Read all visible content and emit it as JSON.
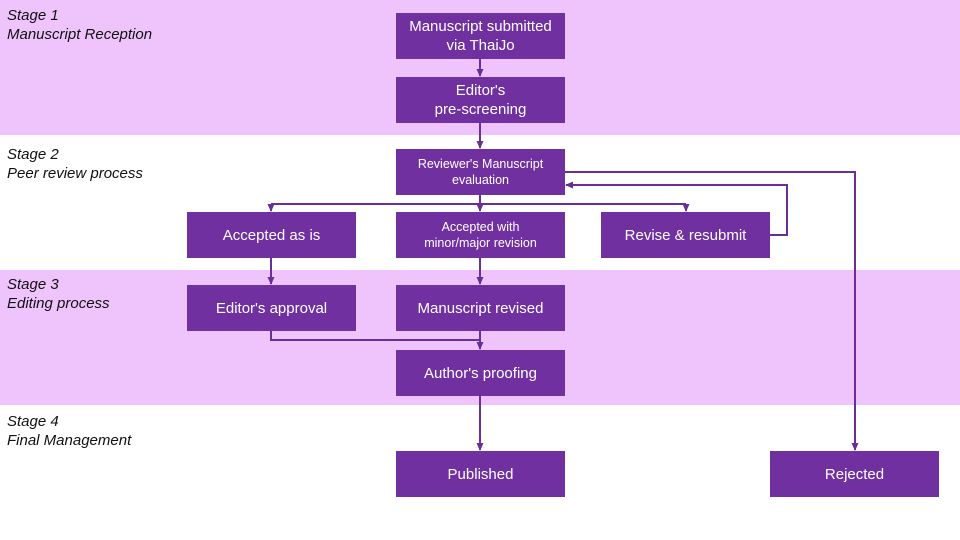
{
  "colors": {
    "stage_band": "#efc4fc",
    "node_fill": "#7030a0",
    "node_text": "#ffffff",
    "connector": "#6a2e98",
    "label_text": "#111111"
  },
  "stages": [
    {
      "id": "stage-1",
      "title": "Stage 1",
      "subtitle": "Manuscript Reception",
      "shaded": true
    },
    {
      "id": "stage-2",
      "title": "Stage 2",
      "subtitle": "Peer review process",
      "shaded": false
    },
    {
      "id": "stage-3",
      "title": "Stage 3",
      "subtitle": "Editing process",
      "shaded": true
    },
    {
      "id": "stage-4",
      "title": "Stage 4",
      "subtitle": "Final Management",
      "shaded": false
    }
  ],
  "nodes": {
    "submitted": {
      "label": "Manuscript submitted\nvia ThaiJo",
      "stage": "stage-1"
    },
    "prescreen": {
      "label": "Editor's\npre-screening",
      "stage": "stage-1"
    },
    "evaluation": {
      "label": "Reviewer's Manuscript\nevaluation",
      "stage": "stage-2"
    },
    "accepted": {
      "label": "Accepted as is",
      "stage": "stage-2"
    },
    "revision": {
      "label": "Accepted with\nminor/major revision",
      "stage": "stage-2"
    },
    "resubmit": {
      "label": "Revise & resubmit",
      "stage": "stage-2"
    },
    "approval": {
      "label": "Editor's approval",
      "stage": "stage-3"
    },
    "revised": {
      "label": "Manuscript revised",
      "stage": "stage-3"
    },
    "proofing": {
      "label": "Author's proofing",
      "stage": "stage-3"
    },
    "published": {
      "label": "Published",
      "stage": "stage-4"
    },
    "rejected": {
      "label": "Rejected",
      "stage": "stage-4"
    }
  },
  "edges": [
    {
      "from": "submitted",
      "to": "prescreen"
    },
    {
      "from": "prescreen",
      "to": "evaluation"
    },
    {
      "from": "evaluation",
      "to": "accepted"
    },
    {
      "from": "evaluation",
      "to": "revision"
    },
    {
      "from": "evaluation",
      "to": "resubmit"
    },
    {
      "from": "evaluation",
      "to": "rejected"
    },
    {
      "from": "resubmit",
      "to": "evaluation"
    },
    {
      "from": "accepted",
      "to": "approval"
    },
    {
      "from": "revision",
      "to": "revised"
    },
    {
      "from": "approval",
      "to": "proofing"
    },
    {
      "from": "revised",
      "to": "proofing"
    },
    {
      "from": "proofing",
      "to": "published"
    }
  ]
}
